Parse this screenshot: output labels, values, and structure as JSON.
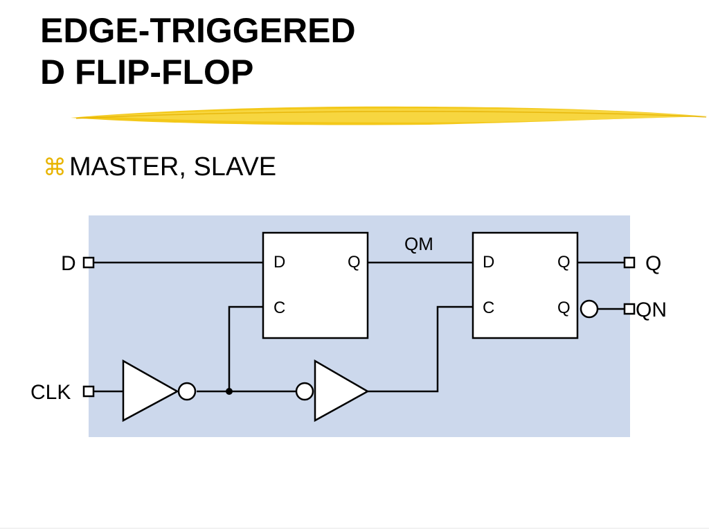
{
  "slide": {
    "title_line1": "EDGE-TRIGGERED",
    "title_line2": "D FLIP-FLOP",
    "bullet_icon": "command-key-icon",
    "bullet_glyph": "⌘",
    "bullet_text": "MASTER, SLAVE"
  },
  "colors": {
    "accent_stroke": "#f2c200",
    "bullet": "#e8b400",
    "diagram_bg": "#ccd8ec"
  },
  "diagram": {
    "input_d": "D",
    "input_clk": "CLK",
    "master": {
      "d": "D",
      "q": "Q",
      "c": "C"
    },
    "intermediate": "QM",
    "slave": {
      "d": "D",
      "q": "Q",
      "c": "C",
      "qbar": "Q"
    },
    "output_q": "Q",
    "output_qn": "QN"
  }
}
